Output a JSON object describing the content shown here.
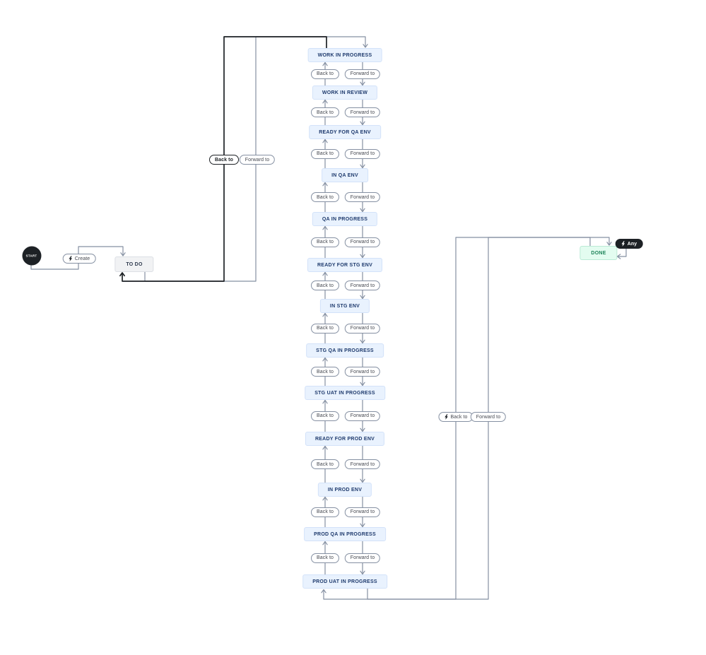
{
  "colors": {
    "canvas": "#ffffff",
    "line": "#8590a2",
    "dark": "#1d2125",
    "status_fill": "#e9f2fe",
    "status_border": "#d3e2f9",
    "status_text": "#1e3a6d",
    "todo_fill": "#f1f2f4",
    "todo_border": "#dcdfe4",
    "todo_text": "#2e3a4e",
    "done_fill": "#e3fcf0",
    "done_border": "#baead5",
    "done_text": "#1f845a",
    "pill_border": "#8590a2",
    "pill_text": "#44474f"
  },
  "diagram": {
    "start": {
      "label": "START"
    },
    "create_transition": {
      "label": "Create",
      "icon": "lightning-icon"
    },
    "todo_status": {
      "label": "TO DO"
    },
    "global_back_transition": {
      "label": "Back to",
      "selected": true
    },
    "global_forward_transition": {
      "label": "Forward to"
    },
    "statuses": [
      "WORK IN PROGRESS",
      "WORK IN REVIEW",
      "READY FOR QA ENV",
      "IN QA ENV",
      "QA IN PROGRESS",
      "READY FOR STG ENV",
      "IN STG ENV",
      "STG QA IN PROGRESS",
      "STG UAT IN PROGRESS",
      "READY FOR PROD ENV",
      "IN PROD ENV",
      "PROD QA IN PROGRESS",
      "PROD UAT IN PROGRESS"
    ],
    "chain_transitions": [
      {
        "back": "Back to",
        "forward": "Forward to"
      },
      {
        "back": "Back to",
        "forward": "Forward to"
      },
      {
        "back": "Back to",
        "forward": "Forward to"
      },
      {
        "back": "Back to",
        "forward": "Forward to"
      },
      {
        "back": "Back to",
        "forward": "Forward to"
      },
      {
        "back": "Back to",
        "forward": "Forward to"
      },
      {
        "back": "Back to",
        "forward": "Forward to"
      },
      {
        "back": "Back to",
        "forward": "Forward to"
      },
      {
        "back": "Back to",
        "forward": "Forward to"
      },
      {
        "back": "Back to",
        "forward": "Forward to"
      },
      {
        "back": "Back to",
        "forward": "Forward to"
      },
      {
        "back": "Back to",
        "forward": "Forward to"
      }
    ],
    "final_back_transition": {
      "label": "Back to",
      "icon": "lightning-icon"
    },
    "final_forward_transition": {
      "label": "Forward to"
    },
    "done_status": {
      "label": "DONE"
    },
    "any_transition": {
      "label": "Any",
      "icon": "lightning-icon"
    }
  }
}
